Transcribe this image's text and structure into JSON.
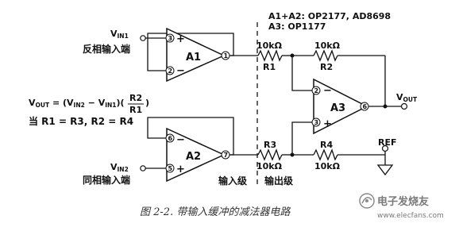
{
  "header": {
    "parts_line1": "A1+A2: OP2177, AD8698",
    "parts_line2": "A3: OP1177"
  },
  "inputs": {
    "vin1_main": "V",
    "vin1_sub": "IN1",
    "vin1_desc": "反相输入端",
    "vin2_main": "V",
    "vin2_sub": "IN2",
    "vin2_desc": "同相输入端"
  },
  "amplifiers": {
    "a1": {
      "label": "A1",
      "pin_plus": "3",
      "pin_minus": "2",
      "pin_out": "1",
      "plus_sign": "+",
      "minus_sign": "−"
    },
    "a2": {
      "label": "A2",
      "pin_plus": "5",
      "pin_minus": "6",
      "pin_out": "7",
      "plus_sign": "+",
      "minus_sign": "−"
    },
    "a3": {
      "label": "A3",
      "pin_plus": "3",
      "pin_minus": "2",
      "pin_out": "6",
      "plus_sign": "+",
      "minus_sign": "−"
    }
  },
  "resistors": {
    "r1": {
      "name": "R1",
      "value": "10kΩ"
    },
    "r2": {
      "name": "R2",
      "value": "10kΩ"
    },
    "r3": {
      "name": "R3",
      "value": "10kΩ"
    },
    "r4": {
      "name": "R4",
      "value": "10kΩ"
    }
  },
  "output": {
    "vout_main": "V",
    "vout_sub": "OUT",
    "ref_label": "REF"
  },
  "formula": {
    "v": "V",
    "out_sub": "OUT",
    "eq_open": " = (V",
    "in2_sub": "IN2",
    "minus_v": " − V",
    "in1_sub": "IN1",
    "close_paren": ")(",
    "numerator": "R2",
    "denominator": "R1",
    "end_paren": ")",
    "condition": "当 R1 = R3, R2 = R4"
  },
  "stages": {
    "input_stage": "输入级",
    "output_stage": "输出级"
  },
  "caption": "图 2-2. 带输入缓冲的减法器电路",
  "watermark": {
    "main": "电子发烧友",
    "sub": "www.elecfans.com"
  }
}
